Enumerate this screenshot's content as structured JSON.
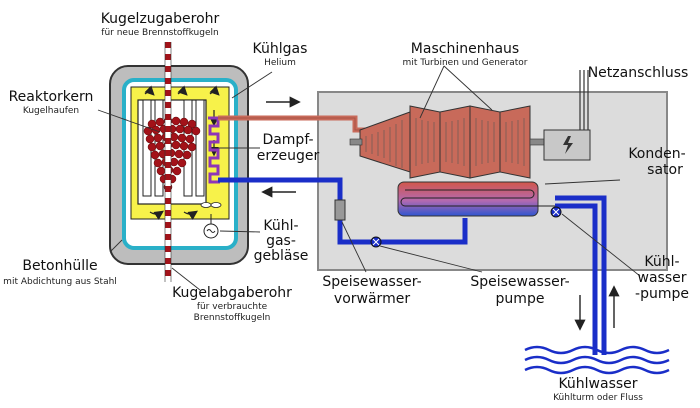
{
  "labels": {
    "kugelzugaberohr": "Kugelzugaberohr",
    "kugelzugaberohr_sub": "für neue Brennstoffkugeln",
    "kuehlgas": "Kühlgas",
    "kuehlgas_sub": "Helium",
    "maschinenhaus": "Maschinenhaus",
    "maschinenhaus_sub": "mit Turbinen und Generator",
    "netzanschluss": "Netzanschluss",
    "reaktorkern": "Reaktorkern",
    "reaktorkern_sub": "Kugelhaufen",
    "dampferzeuger_1": "Dampf-",
    "dampferzeuger_2": "erzeuger",
    "kondensator_1": "Konden-",
    "kondensator_2": "sator",
    "kuehlgasgeblaese_1": "Kühl-",
    "kuehlgasgeblaese_2": "gas-",
    "kuehlgasgeblaese_3": "gebläse",
    "betonhuelle": "Betonhülle",
    "betonhuelle_sub": "mit Abdichtung aus Stahl",
    "kugelabgaberohr": "Kugelabgaberohr",
    "kugelabgaberohr_sub1": "für verbrauchte",
    "kugelabgaberohr_sub2": "Brennstoffkugeln",
    "speisewasservorwaermer_1": "Speisewasser-",
    "speisewasservorwaermer_2": "vorwärmer",
    "speisewasserpumpe_1": "Speisewasser-",
    "speisewasserpumpe_2": "pumpe",
    "kuehlwasserpumpe_1": "Kühl-",
    "kuehlwasserpumpe_2": "wasser",
    "kuehlwasserpumpe_3": "-pumpe",
    "kuehlwasser": "Kühlwasser",
    "kuehlwasser_sub": "Kühlturm oder Fluss"
  },
  "colors": {
    "concrete": "#cccccc",
    "vessel_blue": "#2ab0c8",
    "core_yellow": "#f7f24a",
    "fuel_red": "#a31219",
    "hot_pipe": "#c86a5a",
    "cold_pipe": "#1a2ec8",
    "machine_house": "#dcdcdc",
    "heat_exchanger": "#8e35b8"
  }
}
